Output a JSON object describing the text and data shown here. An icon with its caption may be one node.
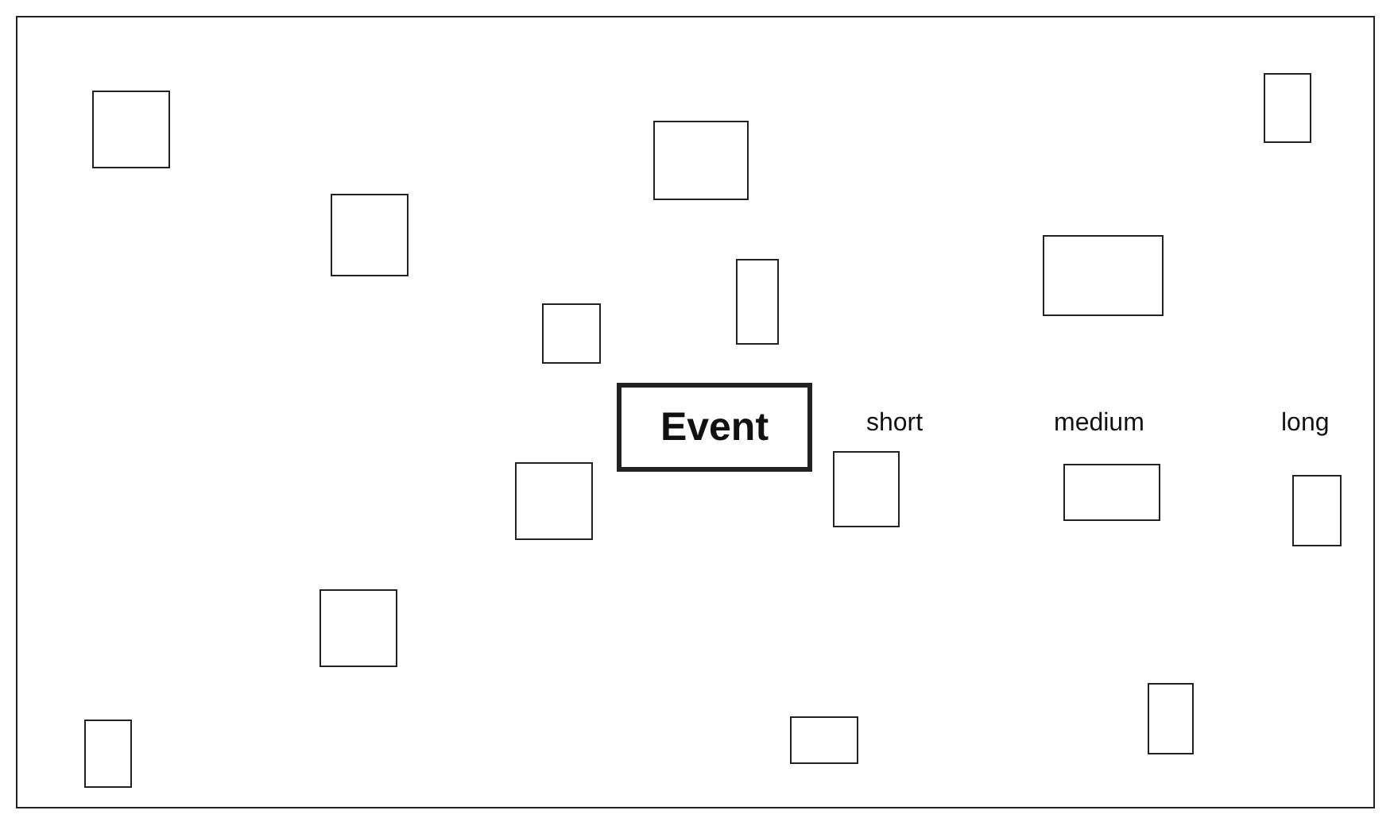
{
  "diagram": {
    "nodes": [
      {
        "text": [],
        "shape": "box"
      },
      {
        "text": [],
        "shape": "box"
      },
      {
        "text": [],
        "shape": "box"
      },
      {
        "text": [],
        "shape": "box"
      },
      {
        "text": [],
        "shape": "box"
      },
      {
        "text": [],
        "shape": "box"
      },
      {
        "text": [],
        "shape": "box"
      },
      {
        "text": [
          "Event"
        ]
      },
      {
        "text": [],
        "shape": "box"
      },
      {
        "text": [],
        "shape": "box"
      },
      {
        "text": [],
        "shape": "box"
      },
      {
        "text": [],
        "shape": "box"
      },
      {
        "text": [],
        "shape": "box"
      },
      {
        "text": [],
        "shape": "box"
      },
      {
        "text": [],
        "shape": "box"
      },
      {
        "text": [],
        "shape": "box"
      }
    ],
    "labels": [
      "short",
      "medium",
      "long"
    ]
  }
}
